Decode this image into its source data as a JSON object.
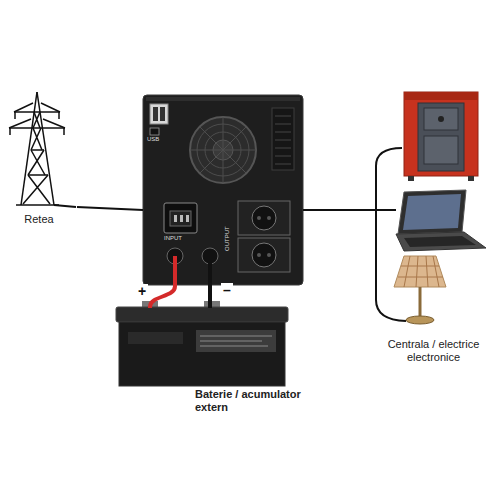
{
  "diagram": {
    "nodes": [
      {
        "text": [
          "Retea"
        ]
      },
      {
        "text": [
          "USB",
          "INPUT",
          "OUTPUT"
        ]
      },
      {
        "text": [
          "Centrala / electrice electronice"
        ]
      },
      {
        "text": [
          "Baterie / acumulator extern"
        ]
      }
    ],
    "edges": [
      {
        "from": 0,
        "to": 1,
        "arrow": "none"
      },
      {
        "from": 1,
        "to": 2,
        "arrow": "none"
      },
      {
        "from": 3,
        "to": 1,
        "arrow": "none",
        "label": "+"
      },
      {
        "from": 3,
        "to": 1,
        "arrow": "none",
        "label": "–"
      }
    ]
  }
}
